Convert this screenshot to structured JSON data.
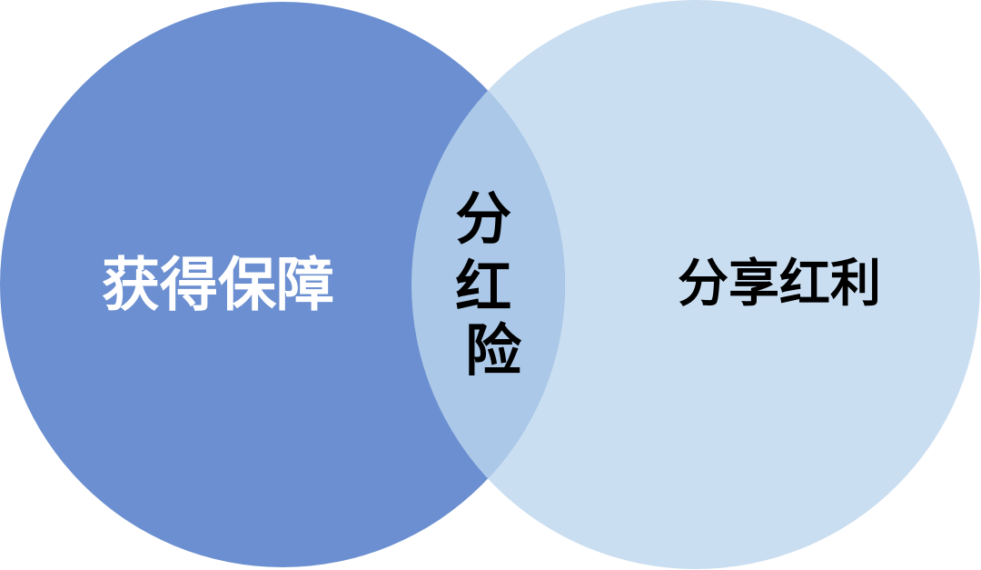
{
  "venn": {
    "left_label": "获得保障",
    "right_label": "分享红利",
    "center_label": "分红险",
    "colors": {
      "left_circle": "#6b8fd0",
      "right_circle": "#cadef1",
      "overlap": "#abc8e8",
      "left_text": "#ffffff",
      "other_text": "#000000"
    }
  }
}
